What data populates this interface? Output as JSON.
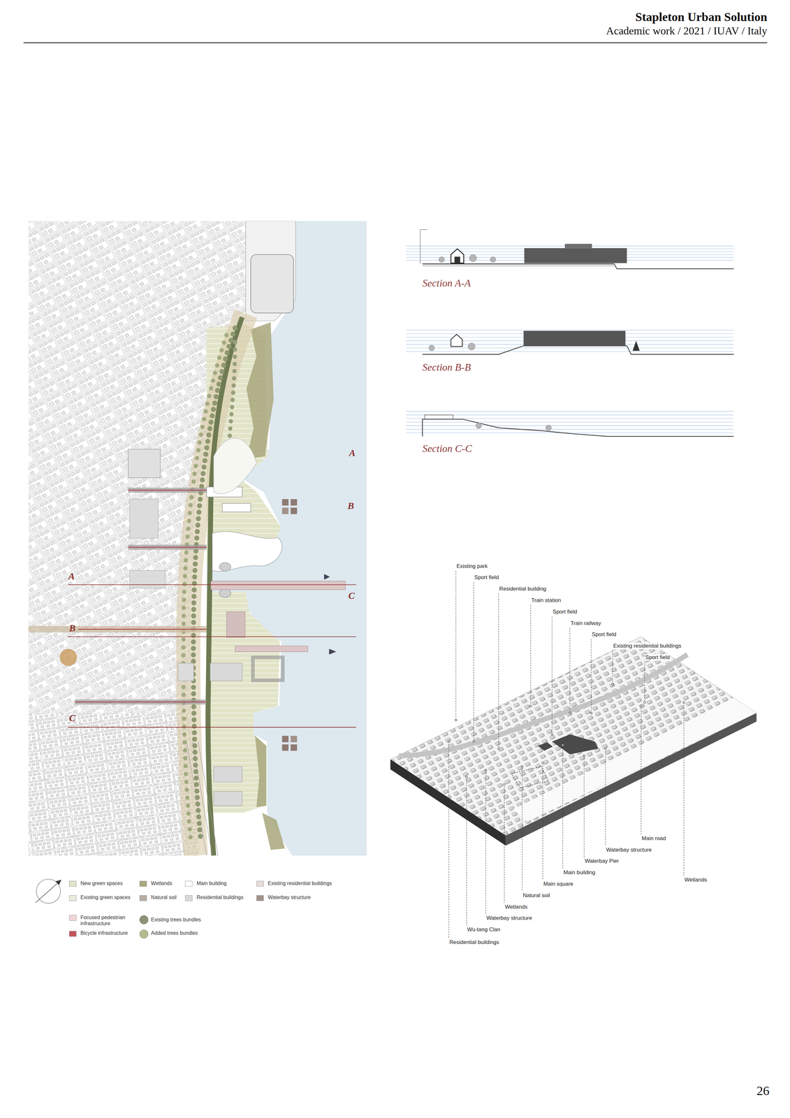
{
  "diagram": {
    "title": "Stapleton Urban Solution",
    "labels": [
      "Academic work / 2021 / IUAV / Italy",
      "A",
      "B",
      "A",
      "C",
      "B",
      "C",
      "Section A-A",
      "Section B-B",
      "Section C-C",
      "Existing park",
      "Sport field",
      "Residential building",
      "Train station",
      "Sport field",
      "Train railway",
      "Sport field",
      "Existing residential buildings",
      "Sport field",
      "Residential buildings",
      "Wu-tang Clan",
      "Waterbay structure",
      "Wetlands",
      "Natural soil",
      "Main square",
      "Main building",
      "Waterbay Pier",
      "Waterbay structure",
      "Main road",
      "Wetlands",
      "26"
    ],
    "legend": [
      {
        "text": "New green spaces",
        "color": "#e2e4c8"
      },
      {
        "text": "Wetlands",
        "color": "#a9a77c"
      },
      {
        "text": "Main building",
        "color": "#ffffff"
      },
      {
        "text": "Existing residential buildings",
        "color": "#e9dcd8"
      },
      {
        "text": "Existing green spaces",
        "color": "#e9ebdc"
      },
      {
        "text": "Natural soil",
        "color": "#b7ada3"
      },
      {
        "text": "Residential buildings",
        "color": "#d9d9d9"
      },
      {
        "text": "Waterbay structure",
        "color": "#a3918a"
      },
      {
        "text": "Focused pedestrian infrastructure",
        "color": "#f0d5d7"
      },
      {
        "text": "Existing trees bundles"
      },
      {
        "text": "Bicycle infrastructure",
        "color": "#c0555a"
      },
      {
        "text": "Added trees bundles"
      }
    ]
  }
}
